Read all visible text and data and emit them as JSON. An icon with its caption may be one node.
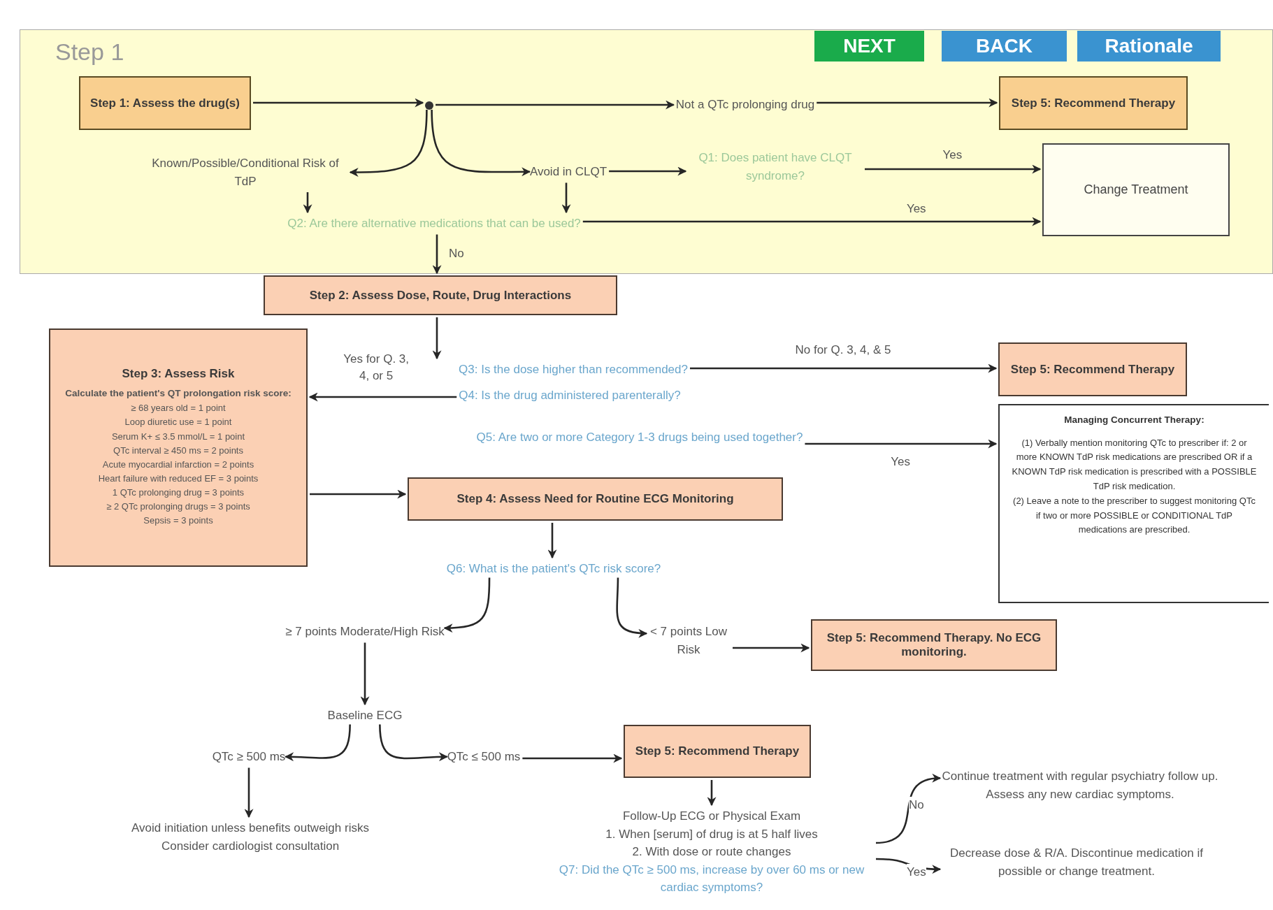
{
  "diagram": {
    "nodes": [
      {
        "text": [
          "Step 1"
        ]
      },
      {
        "text": [
          "Step 1: Assess the drug(s)"
        ],
        "in": 0
      },
      {
        "text": [],
        "shape": "circle",
        "in": 0
      },
      {
        "text": [
          "Not a QTc prolonging drug"
        ],
        "in": 0
      },
      {
        "text": [
          "Step 5: Recommend Therapy"
        ],
        "in": 0
      },
      {
        "text": [
          "Known/Possible/Conditional Risk of TdP"
        ],
        "in": 0
      },
      {
        "text": [
          "Avoid in CLQT"
        ],
        "in": 0
      },
      {
        "text": [
          "Q1: Does patient have CLQT syndrome?"
        ],
        "in": 0
      },
      {
        "text": [
          "Change Treatment"
        ],
        "in": 0
      },
      {
        "text": [
          "Q2: Are there alternative medications that can be used?"
        ],
        "in": 0
      },
      {
        "text": [
          "Step 2: Assess Dose, Route, Drug Interactions"
        ]
      },
      {
        "text": [
          "Step 3: Assess Risk",
          "Calculate the patient's QT prolongation risk score:",
          "≥ 68 years old = 1 point",
          "Loop diuretic use = 1 point",
          "Serum K+ ≤ 3.5 mmol/L = 1 point",
          "QTc interval ≥ 450 ms = 2 points",
          "Acute myocardial infarction = 2 points",
          "Heart failure with reduced EF = 3 points",
          "1 QTc prolonging drug = 3 points",
          "≥ 2 QTc prolonging drugs = 3 points",
          "Sepsis = 3 points"
        ]
      },
      {
        "text": [
          "Q3: Is the dose higher than recommended?"
        ]
      },
      {
        "text": [
          "Q4: Is the drug administered parenterally?"
        ]
      },
      {
        "text": [
          "Q5: Are two or more Category 1-3 drugs being used together?"
        ]
      },
      {
        "text": [
          "Step 5: Recommend Therapy"
        ]
      },
      {
        "text": [
          "Managing Concurrent Therapy:",
          "(1) Verbally mention monitoring QTc to prescriber if: 2 or more KNOWN TdP risk medications are prescribed OR if a KNOWN TdP risk medication is prescribed with a POSSIBLE TdP risk medication.",
          "(2) Leave a note to the prescriber to suggest monitoring QTc if two or more POSSIBLE or CONDITIONAL TdP medications are prescribed."
        ]
      },
      {
        "text": [
          "Step 4: Assess Need for Routine ECG Monitoring"
        ]
      },
      {
        "text": [
          "Q6: What is the patient's QTc risk score?"
        ]
      },
      {
        "text": [
          "≥ 7 points Moderate/High Risk"
        ]
      },
      {
        "text": [
          "< 7 points Low Risk"
        ]
      },
      {
        "text": [
          "Step 5: Recommend Therapy. No ECG monitoring."
        ]
      },
      {
        "text": [
          "Baseline ECG"
        ]
      },
      {
        "text": [
          "QTc ≥ 500 ms"
        ]
      },
      {
        "text": [
          "QTc ≤ 500 ms"
        ]
      },
      {
        "text": [
          "Step 5: Recommend Therapy"
        ]
      },
      {
        "text": [
          "Avoid initiation unless benefits outweigh risks",
          "Consider cardiologist consultation"
        ]
      },
      {
        "text": [
          "Follow-Up ECG or Physical Exam",
          "1. When [serum] of drug is at 5 half lives",
          "2. With dose or route changes",
          "Q7: Did the QTc ≥ 500 ms, increase by over 60 ms or new cardiac symptoms?"
        ]
      },
      {
        "text": [
          "Continue treatment with regular psychiatry follow up. Assess any new cardiac symptoms."
        ]
      },
      {
        "text": [
          "Decrease dose & R/A. Discontinue medication if possible or change treatment."
        ]
      }
    ],
    "edges": [
      {
        "from": 1,
        "to": 2,
        "arrow": "to"
      },
      {
        "from": 2,
        "to": 3,
        "arrow": "to"
      },
      {
        "from": 3,
        "to": 4,
        "arrow": "to"
      },
      {
        "from": 2,
        "to": 5,
        "arrow": "to"
      },
      {
        "from": 2,
        "to": 6,
        "arrow": "to"
      },
      {
        "from": 6,
        "to": 7,
        "arrow": "to"
      },
      {
        "from": 7,
        "to": 8,
        "arrow": "to",
        "label": "Yes"
      },
      {
        "from": 5,
        "to": 9,
        "arrow": "to"
      },
      {
        "from": 6,
        "to": 9,
        "arrow": "to"
      },
      {
        "from": 9,
        "to": 8,
        "arrow": "to",
        "label": "Yes"
      },
      {
        "from": 9,
        "to": 10,
        "arrow": "to",
        "label": "No"
      },
      {
        "from": 10,
        "to": 12,
        "arrow": "to"
      },
      {
        "from": 13,
        "to": 11,
        "arrow": "to",
        "label": "Yes for Q. 3, 4, or 5"
      },
      {
        "from": 12,
        "to": 15,
        "arrow": "to",
        "label": "No for Q. 3, 4, & 5"
      },
      {
        "from": 14,
        "to": 16,
        "arrow": "to",
        "label": "Yes"
      },
      {
        "from": 11,
        "to": 17,
        "arrow": "to"
      },
      {
        "from": 17,
        "to": 18,
        "arrow": "to"
      },
      {
        "from": 18,
        "to": 19,
        "arrow": "to"
      },
      {
        "from": 18,
        "to": 20,
        "arrow": "to"
      },
      {
        "from": 20,
        "to": 21,
        "arrow": "to"
      },
      {
        "from": 19,
        "to": 22,
        "arrow": "to"
      },
      {
        "from": 22,
        "to": 23,
        "arrow": "to"
      },
      {
        "from": 22,
        "to": 24,
        "arrow": "to"
      },
      {
        "from": 24,
        "to": 25,
        "arrow": "to"
      },
      {
        "from": 23,
        "to": 26,
        "arrow": "to"
      },
      {
        "from": 25,
        "to": 27,
        "arrow": "to"
      },
      {
        "from": 27,
        "to": 28,
        "arrow": "to",
        "label": "No"
      },
      {
        "from": 27,
        "to": 29,
        "arrow": "to",
        "label": "Yes"
      }
    ],
    "labels": [
      "NEXT",
      "BACK",
      "Rationale"
    ]
  }
}
